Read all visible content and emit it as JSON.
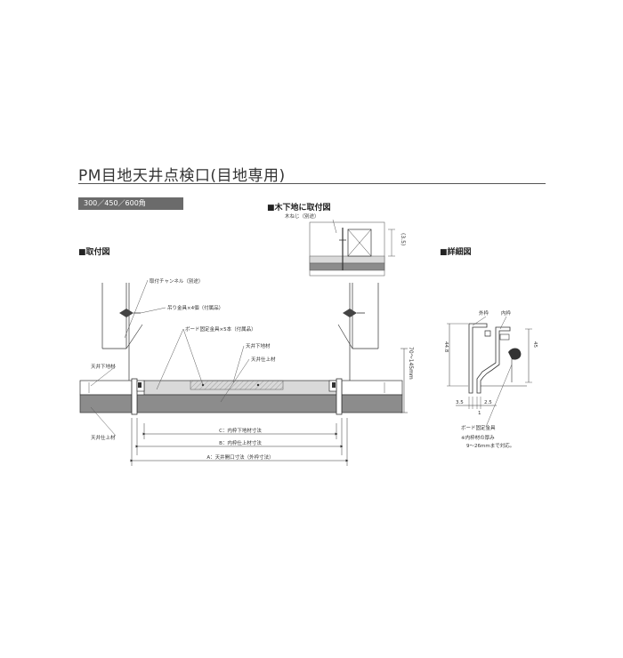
{
  "header": {
    "title": "PM目地天井点検口(目地専用)",
    "size_tag": "300／450／600角"
  },
  "sections": {
    "wood_base": "■木下地に取付図",
    "install": "■取付図",
    "detail": "■詳細図"
  },
  "wood_base": {
    "screw_note": "木ねじ（別途）",
    "dim_35": "(3.5)"
  },
  "install": {
    "channel": "取付チャンネル（別途）",
    "hanger": "吊り金具×4個（付属品）",
    "board_fixture": "ボード固定金具×5本（付属品）",
    "ceiling_base_r": "天井下地材",
    "ceiling_finish_r": "天井仕上材",
    "ceiling_base_l": "天井下地材",
    "ceiling_finish_l": "天井仕上材",
    "height_dim": "70～145mm",
    "dim_c": "C：内枠下地材寸法",
    "dim_b": "B：内枠仕上材寸法",
    "dim_a": "A：天井開口寸法（外枠寸法）"
  },
  "detail": {
    "outer": "外枠",
    "inner": "内枠",
    "dim_448": "44.8",
    "dim_45": "45",
    "dim_35": "3.5",
    "dim_25": "2.5",
    "dim_1": "1",
    "board_fixture": "ボード固定金具",
    "note1": "※内枠材の厚み",
    "note2": "9～26mmまで対応。"
  },
  "colors": {
    "finish_gray": "#8c8c8c",
    "base_gray": "#d9d9d9",
    "line": "#333333",
    "tag_bg": "#6b6b6b"
  }
}
